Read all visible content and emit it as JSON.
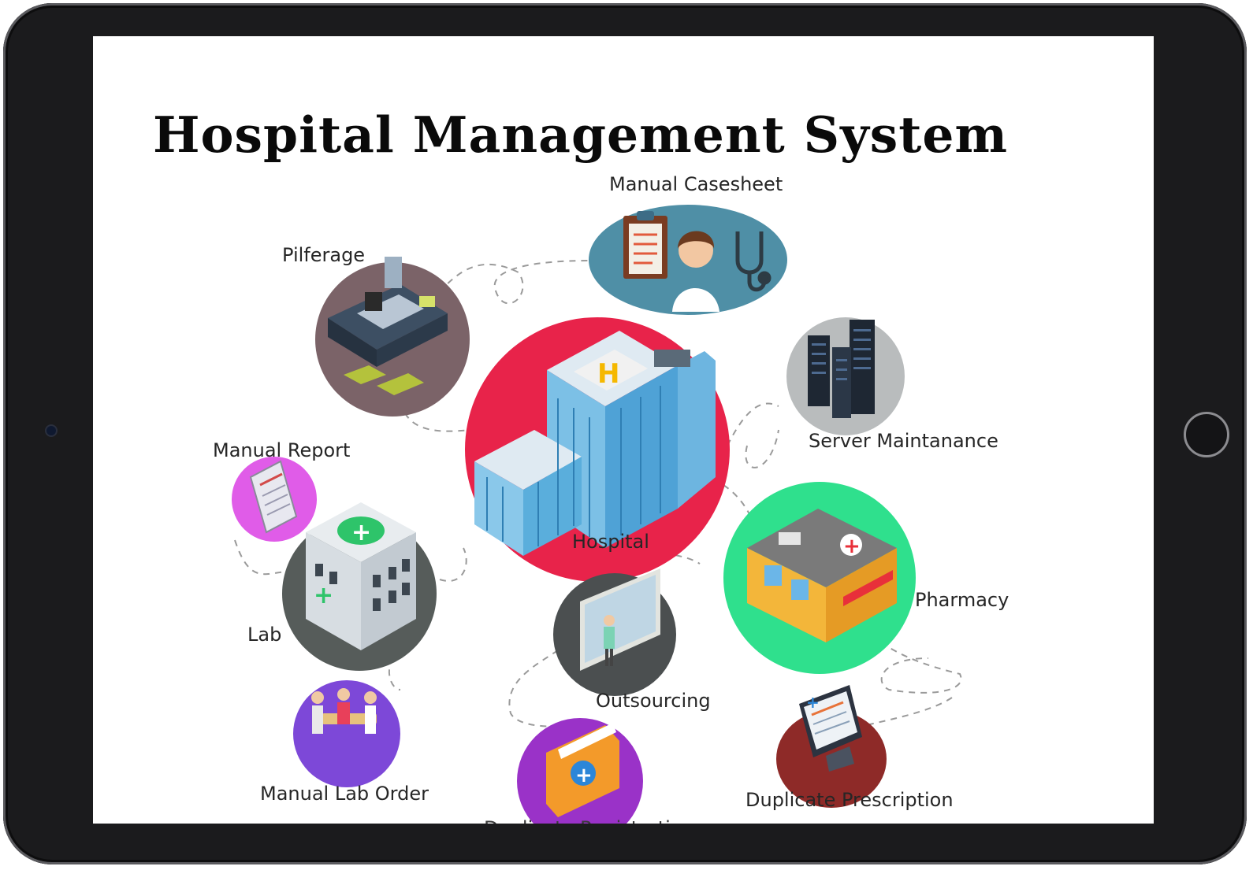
{
  "title": "Hospital Management System",
  "nodes": {
    "hospital": "Hospital",
    "manual_casesheet": "Manual Casesheet",
    "pilferage": "Pilferage",
    "server_maintanance": "Server Maintanance",
    "manual_report": "Manual Report",
    "lab": "Lab",
    "pharmacy": "Pharmacy",
    "outsourcing": "Outsourcing",
    "manual_lab_order": "Manual Lab Order",
    "duplicate_registration": "Duplicate Registration",
    "duplicate_prescription": "Duplicate Prescription"
  },
  "colors": {
    "hospital_circle": "#e8234a",
    "casesheet_ellipse": "#4f8fa6",
    "pilferage_circle": "#7b6368",
    "server_circle": "#b9bcbd",
    "report_circle": "#e05ce8",
    "lab_circle": "#565c5a",
    "pharmacy_circle": "#2fe08d",
    "outsourcing_circle": "#4b4f50",
    "lab_order_circle": "#7d48d8",
    "registration_circle": "#9a32c8",
    "prescription_circle": "#8e2a28"
  },
  "icons": [
    "hospital-building-icon",
    "clipboard-icon",
    "doctor-icon",
    "stethoscope-icon",
    "cash-register-icon",
    "server-rack-icon",
    "document-icon",
    "lab-building-icon",
    "pharmacy-building-icon",
    "outsourcing-window-icon",
    "patients-icon",
    "medical-folder-icon",
    "computer-monitor-icon"
  ]
}
